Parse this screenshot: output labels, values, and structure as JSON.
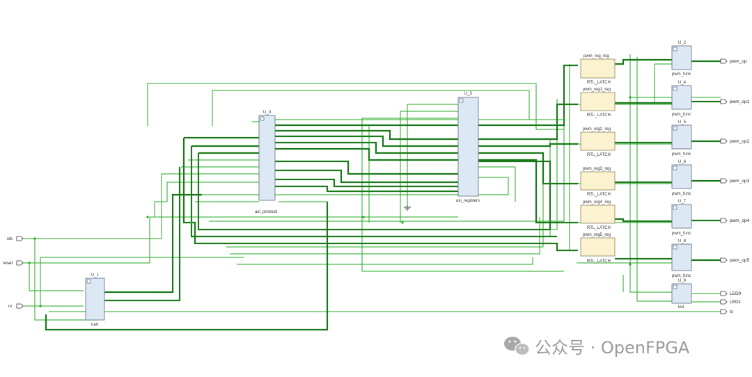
{
  "diagram": {
    "blocks": [
      {
        "id": "U_0",
        "label": "U_0",
        "caption": "axi_protocol"
      },
      {
        "id": "U_3",
        "label": "U_3",
        "caption": "axi_registers"
      },
      {
        "id": "U_1",
        "label": "U_1",
        "caption": "uart"
      },
      {
        "id": "U_2",
        "label": "U_2",
        "caption": "pwm_func"
      },
      {
        "id": "U_4",
        "label": "U_4",
        "caption": "pwm_func"
      },
      {
        "id": "U_5",
        "label": "U_5",
        "caption": "pwm_func"
      },
      {
        "id": "U_6",
        "label": "U_6",
        "caption": "pwm_func"
      },
      {
        "id": "U_7",
        "label": "U_7",
        "caption": "pwm_func"
      },
      {
        "id": "U_8",
        "label": "U_8",
        "caption": "pwm_func"
      },
      {
        "id": "U_9",
        "label": "U_9",
        "caption": "led"
      }
    ],
    "latches": [
      {
        "name": "pwm_reg_reg",
        "type": "RTL_LATCH"
      },
      {
        "name": "pwm_reg1_reg",
        "type": "RTL_LATCH"
      },
      {
        "name": "pwm_reg2_reg",
        "type": "RTL_LATCH"
      },
      {
        "name": "pwm_reg3_reg",
        "type": "RTL_LATCH"
      },
      {
        "name": "pwm_reg4_reg",
        "type": "RTL_LATCH"
      },
      {
        "name": "pwm_reg5_reg",
        "type": "RTL_LATCH"
      }
    ],
    "inputs": [
      "clk",
      "reset",
      "rx"
    ],
    "outputs": [
      "pwm_op",
      "pwm_op1",
      "pwm_op2",
      "pwm_op3",
      "pwm_op4",
      "pwm_op5",
      "LED0",
      "LED1",
      "tx"
    ]
  },
  "colors": {
    "wire": "#22a822",
    "bus": "#1a7a1a",
    "block_fill": "#dde8f5",
    "block_stroke": "#5a6a7a",
    "latch_fill": "#fbf3cf",
    "latch_stroke": "#8a8060"
  },
  "watermark": {
    "text": "公众号 · OpenFPGA",
    "icon": "wechat-icon"
  }
}
